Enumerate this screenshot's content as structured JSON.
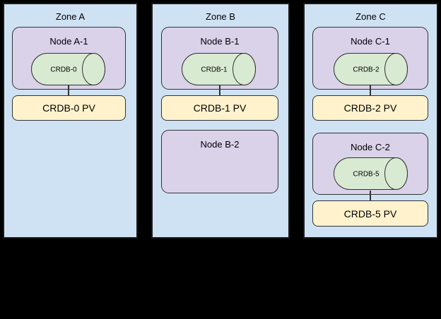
{
  "colors": {
    "canvas": "#000000",
    "zone_fill": "#cfe2f3",
    "zone_border": "#1a1a1a",
    "node_fill": "#d9d2e9",
    "pod_fill": "#d9ead3",
    "pv_fill": "#fff2cc",
    "shape_border": "#333333"
  },
  "zones": [
    {
      "label": "Zone A",
      "nodes": [
        {
          "label": "Node A-1",
          "pod": "CRDB-0"
        }
      ],
      "pvs": [
        {
          "label": "CRDB-0 PV"
        }
      ]
    },
    {
      "label": "Zone B",
      "nodes": [
        {
          "label": "Node B-1",
          "pod": "CRDB-1"
        },
        {
          "label": "Node B-2"
        }
      ],
      "pvs": [
        {
          "label": "CRDB-1 PV"
        }
      ]
    },
    {
      "label": "Zone C",
      "nodes": [
        {
          "label": "Node C-1",
          "pod": "CRDB-2"
        },
        {
          "label": "Node C-2",
          "pod": "CRDB-5"
        }
      ],
      "pvs": [
        {
          "label": "CRDB-2 PV"
        },
        {
          "label": "CRDB-5 PV"
        }
      ]
    }
  ]
}
